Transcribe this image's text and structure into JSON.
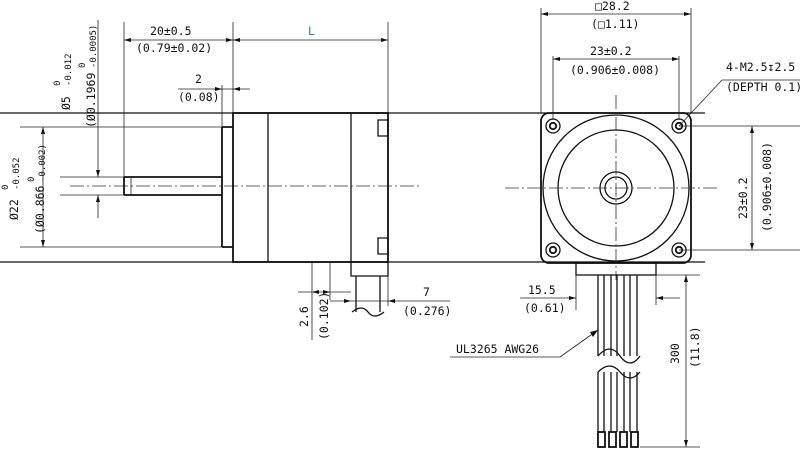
{
  "dims": {
    "shaft_len_mm": "20±0.5",
    "shaft_len_in": "(0.79±0.02)",
    "body_len": "L",
    "step_mm": "2",
    "step_in": "(0.08)",
    "shaft_dia_main": "Ø5",
    "shaft_dia_tol_hi": "0",
    "shaft_dia_tol_lo": "-0.012",
    "shaft_dia_in_main": "(Ø0.1969",
    "shaft_dia_in_tol_hi": "0",
    "shaft_dia_in_tol_lo": "-0.0005)",
    "pilot_dia_main": "Ø22",
    "pilot_dia_tol_hi": "0",
    "pilot_dia_tol_lo": "-0.052",
    "pilot_dia_in_main": "(Ø0.866",
    "pilot_dia_in_tol_hi": "0",
    "pilot_dia_in_tol_lo": "-0.002)",
    "flange_mm": "□28.2",
    "flange_in": "(□1.11)",
    "hole_spacing_mm": "23±0.2",
    "hole_spacing_in": "(0.906±0.008)",
    "mount_holes": "4-M2.5↧2.5",
    "mount_depth": "(DEPTH 0.1)",
    "v_spacing_mm": "23±0.2",
    "v_spacing_in": "(0.906±0.008)",
    "lead_off_mm": "2.6",
    "lead_off_in": "(0.102)",
    "tab_mm": "7",
    "tab_in": "(0.276)",
    "lead_w_mm": "15.5",
    "lead_w_in": "(0.61)",
    "cable": "UL3265 AWG26",
    "lead_len_mm": "300",
    "lead_len_in": "(11.8)"
  }
}
